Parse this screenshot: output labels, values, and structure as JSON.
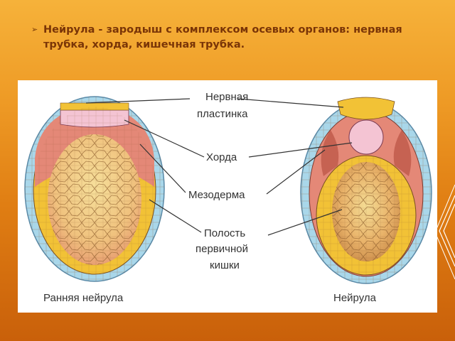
{
  "slide": {
    "bullet_symbol": "➢",
    "text": "Нейрула - зародыш с комплексом осевых органов: нервная трубка, хорда, кишечная трубка."
  },
  "figure": {
    "labels": {
      "neural_plate_1": "Нервная",
      "neural_plate_2": "пластинка",
      "chord": "Хорда",
      "mesoderm": "Мезодерма",
      "cavity_1": "Полость",
      "cavity_2": "первичной",
      "cavity_3": "кишки",
      "early": "Ранняя нейрула",
      "neurula": "Нейрула"
    }
  },
  "colors": {
    "ectoderm": "#a9d7ea",
    "endoderm": "#f2c236",
    "mesoderm": "#e48877",
    "neural": "#f4c4d3",
    "yolk": "#f3d08d",
    "background": "#e48a1c"
  }
}
